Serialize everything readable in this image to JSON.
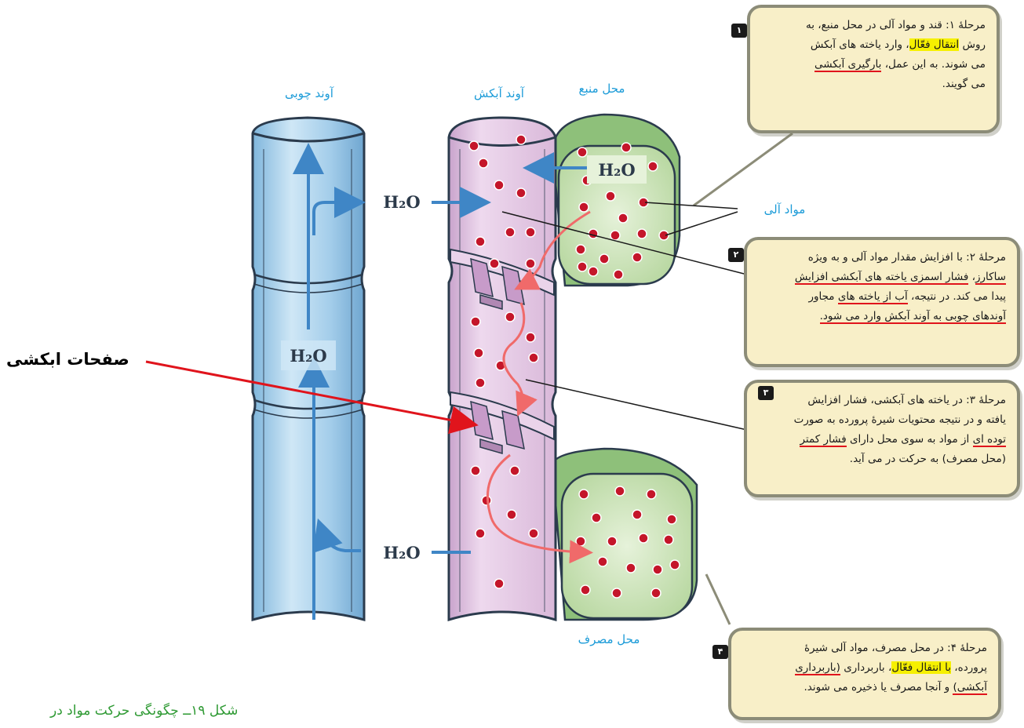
{
  "labels": {
    "xylem": "آوند چوبی",
    "phloem": "آوند آبکش",
    "source": "محل منبع",
    "sink": "محل مصرف",
    "organic_matter": "مواد آلی",
    "sieve_plates": "صفحات ابکشی",
    "water": "H₂O"
  },
  "steps": [
    {
      "number": "۱",
      "lines": [
        [
          {
            "t": "مرحلهٔ ۱: قند و مواد آلی در محل منبع، به"
          }
        ],
        [
          {
            "t": "روش "
          },
          {
            "t": "انتقال فعّال",
            "s": "hl"
          },
          {
            "t": "، وارد یاخته های آبکش"
          }
        ],
        [
          {
            "t": "می شوند. به این عمل، "
          },
          {
            "t": "بارگیری آبکشی",
            "s": "ul"
          }
        ],
        [
          {
            "t": "می گویند."
          }
        ]
      ]
    },
    {
      "number": "۲",
      "lines": [
        [
          {
            "t": "مرحلهٔ ۲: با افزایش مقدار مواد آلی و به ویژه"
          }
        ],
        [
          {
            "t": "ساکارز",
            "s": "ul"
          },
          {
            "t": "، "
          },
          {
            "t": "فشار اسمزی یاخته های آبکشی افزایش",
            "s": "ul"
          }
        ],
        [
          {
            "t": "پیدا می کند. در نتیجه، "
          },
          {
            "t": "آب از یاخته های",
            "s": "ul"
          },
          {
            "t": " مجاور"
          }
        ],
        [
          {
            "t": "آوندهای چوبی به آوند آبکش وارد می شود.",
            "s": "ul"
          }
        ]
      ]
    },
    {
      "number": "۳",
      "lines": [
        [
          {
            "t": "مرحلهٔ ۳: در یاخته های آبکشی، فشار افزایش"
          }
        ],
        [
          {
            "t": "یافته و در نتیجه محتویات شیرهٔ پرورده به صورت"
          }
        ],
        [
          {
            "t": "توده ای",
            "s": "ul"
          },
          {
            "t": " از مواد به سوی محل دارای "
          },
          {
            "t": "فشار کمتر",
            "s": "ul"
          }
        ],
        [
          {
            "t": "(محل مصرف) به حرکت در می آید."
          }
        ]
      ]
    },
    {
      "number": "۴",
      "lines": [
        [
          {
            "t": "مرحلهٔ ۴: در محل مصرف، مواد آلی شیرهٔ"
          }
        ],
        [
          {
            "t": "پرورده، "
          },
          {
            "t": "با انتقال فعّال",
            "s": "hl"
          },
          {
            "t": "، باربرداری "
          },
          {
            "t": "(باربرداری",
            "s": "ul"
          }
        ],
        [
          {
            "t": "آبکشی)",
            "s": "ul"
          },
          {
            "t": " و آنجا مصرف یا ذخیره می شوند."
          }
        ]
      ]
    }
  ],
  "caption": "شکل ۱۹ــ چگونگی حرکت مواد در",
  "colors": {
    "xylem": "#a9d3ec",
    "phloem": "#e3c8e3",
    "cell_green": "#c9e2b6",
    "particle": "#c4162a",
    "flow_arrow": "#f06a6a",
    "water_arrow": "#3f86c6",
    "pointer": "#e0141c",
    "box_bg": "#f8efc8"
  }
}
